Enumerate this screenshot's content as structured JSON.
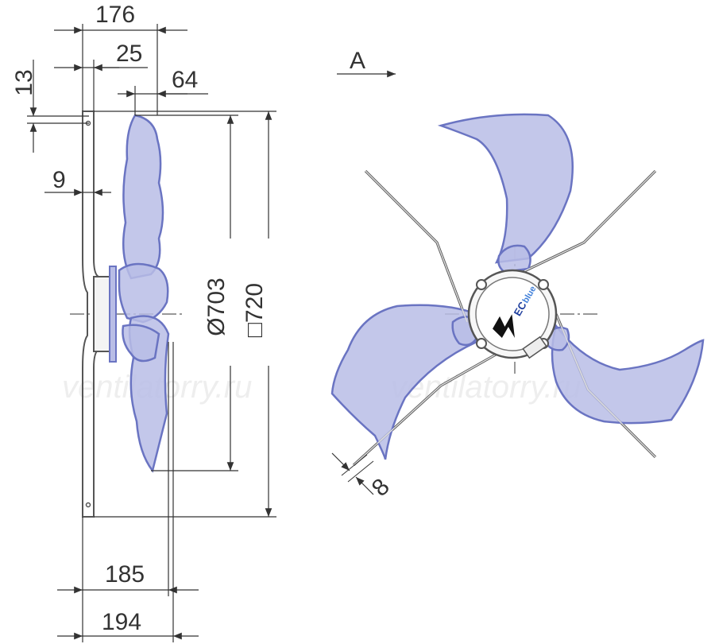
{
  "view_label": "A",
  "dimensions": {
    "d176": "176",
    "d25": "25",
    "d64": "64",
    "d13": "13",
    "d9": "9",
    "d703": "Ø703",
    "d720": "□720",
    "d185": "185",
    "d194": "194",
    "d8": "8"
  },
  "logo": {
    "brand": "EC",
    "brand_suffix": "blue"
  },
  "watermark": "ventilatorry.ru",
  "colors": {
    "blade_fill": "#b8bde6",
    "blade_stroke": "#6a74c2",
    "line": "#333333",
    "logo_blue": "#1f3f9e"
  }
}
